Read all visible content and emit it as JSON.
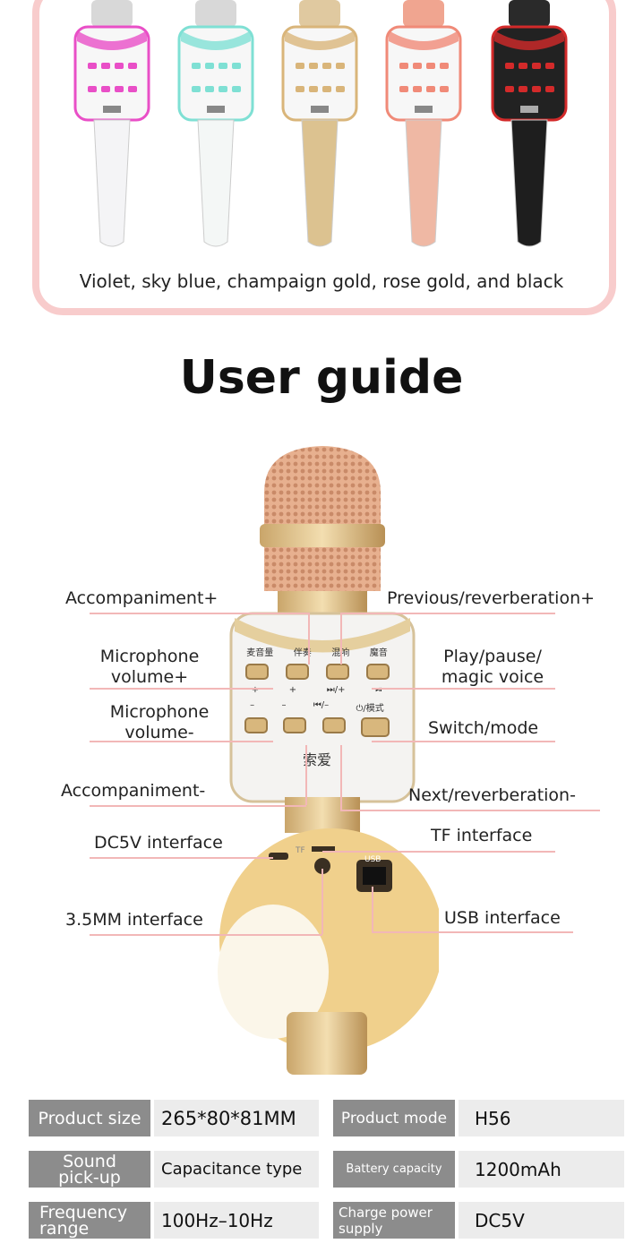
{
  "colors_section": {
    "caption": "Violet, sky blue, champaign gold, rose gold, and black",
    "variants": [
      {
        "name": "violet",
        "body": "#f4f4f6",
        "accent": "#e94fc7"
      },
      {
        "name": "sky blue",
        "body": "#f4f7f6",
        "accent": "#7fe0d4"
      },
      {
        "name": "champaign gold",
        "body": "#dcc290",
        "accent": "#d9b57a"
      },
      {
        "name": "rose gold",
        "body": "#efb8a4",
        "accent": "#f08a78"
      },
      {
        "name": "black",
        "body": "#1e1e1e",
        "accent": "#d32a2a"
      }
    ]
  },
  "guide": {
    "title": "User guide",
    "labels": {
      "acc_plus": "Accompaniment+",
      "prev_reverb": "Previous/reverberation+",
      "mic_vol_plus_1": "Microphone",
      "mic_vol_plus_2": "volume+",
      "play_pause_1": "Play/pause/",
      "play_pause_2": "magic voice",
      "mic_vol_minus_1": "Microphone",
      "mic_vol_minus_2": "volume-",
      "switch_mode": "Switch/mode",
      "acc_minus": "Accompaniment-",
      "next_reverb": "Next/reverberation-",
      "dc5v": "DC5V interface",
      "tf": "TF interface",
      "mm35": "3.5MM interface",
      "usb": "USB interface"
    },
    "buttons_top": [
      "麦音量",
      "伴奏",
      "混响",
      "魔音"
    ],
    "signs_top": [
      "+",
      "+",
      "⏭/+",
      "⏯"
    ],
    "signs_bottom": [
      "–",
      "–",
      "⏮/–",
      "⏻/模式"
    ],
    "brand": "索爱",
    "port_usb": "USB",
    "port_tf": "TF"
  },
  "specs": [
    {
      "label": "Product size",
      "value": "265*80*81MM"
    },
    {
      "label": "Product mode",
      "value": "H56"
    },
    {
      "label": "Sound pick-up",
      "value": "Capacitance type"
    },
    {
      "label": "Battery capacity",
      "value": "1200mAh"
    },
    {
      "label": "Frequency range",
      "value": "100Hz–10Hz"
    },
    {
      "label": "Charge power supply",
      "value": "DC5V"
    }
  ]
}
